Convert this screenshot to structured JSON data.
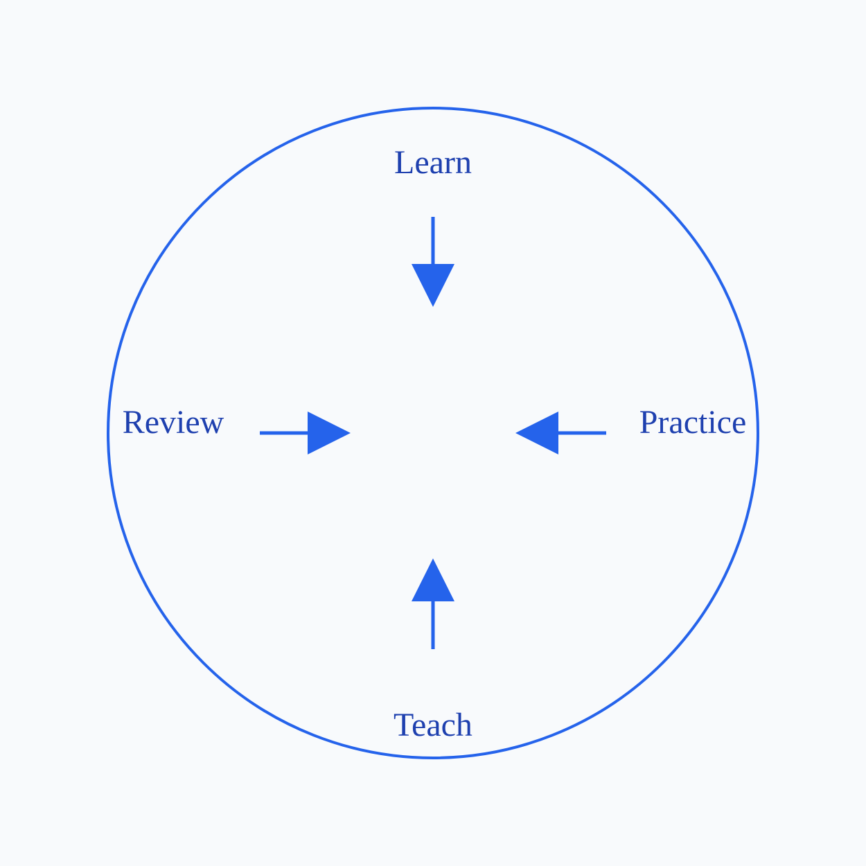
{
  "diagram": {
    "colors": {
      "stroke": "#2563eb",
      "text": "#1e40af",
      "background": "#f8fafc"
    },
    "labels": {
      "top": "Learn",
      "right": "Practice",
      "bottom": "Teach",
      "left": "Review"
    }
  }
}
